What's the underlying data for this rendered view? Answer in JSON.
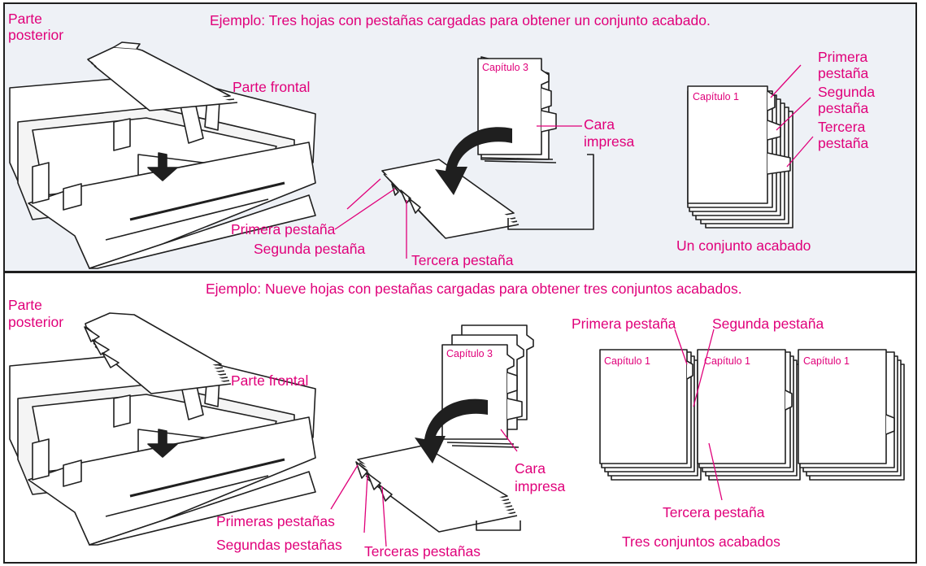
{
  "colors": {
    "label": "#e0007a",
    "line": "#1f1f1f",
    "background": "#eef1f6"
  },
  "top": {
    "heading": "Ejemplo: Tres hojas con pestañas cargadas para obtener un conjunto acabado.",
    "rear_line1": "Parte",
    "rear_line2": "posterior",
    "front": "Parte frontal",
    "chapter_sheet": "Capítulo 3",
    "printed_side_line1": "Cara",
    "printed_side_line2": "impresa",
    "first_tab": "Primera pestaña",
    "second_tab": "Segunda pestaña",
    "third_tab": "Tercera pestaña",
    "set_chapter": "Capítulo 1",
    "set_first_l1": "Primera",
    "set_first_l2": "pestaña",
    "set_second_l1": "Segunda",
    "set_second_l2": "pestaña",
    "set_third_l1": "Tercera",
    "set_third_l2": "pestaña",
    "finished": "Un conjunto acabado"
  },
  "bottom": {
    "heading": "Ejemplo: Nueve hojas con pestañas cargadas para obtener tres conjuntos acabados.",
    "rear_line1": "Parte",
    "rear_line2": "posterior",
    "front": "Parte frontal",
    "chapter_sheet": "Capítulo 3",
    "printed_side_line1": "Cara",
    "printed_side_line2": "impresa",
    "first_tabs": "Primeras pestañas",
    "second_tabs": "Segundas pestañas",
    "third_tabs": "Terceras pestañas",
    "set_chapter_a": "Capítulo 1",
    "set_chapter_b": "Capítulo 1",
    "set_chapter_c": "Capítulo 1",
    "set_first": "Primera pestaña",
    "set_second": "Segunda pestaña",
    "set_third": "Tercera pestaña",
    "finished": "Tres conjuntos acabados"
  }
}
